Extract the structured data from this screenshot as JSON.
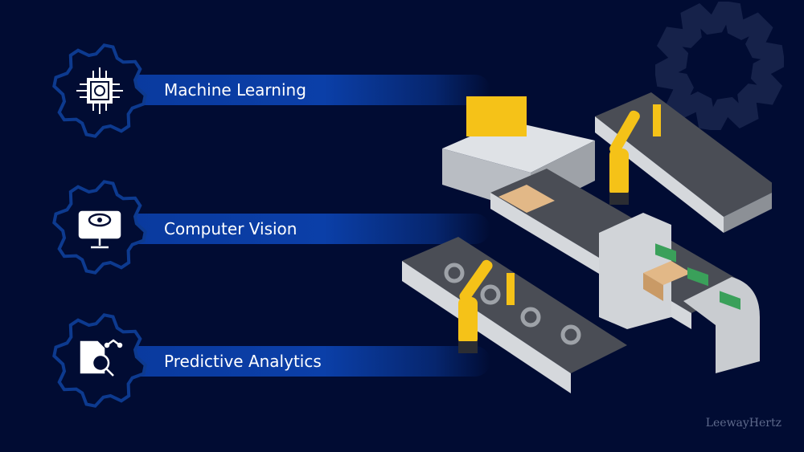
{
  "features": [
    {
      "label": "Machine Learning",
      "icon": "brain-chip-icon"
    },
    {
      "label": "Computer Vision",
      "icon": "eye-monitor-icon"
    },
    {
      "label": "Predictive Analytics",
      "icon": "document-search-icon"
    }
  ],
  "illustration": "conveyor-robot-arms-illustration",
  "brand": "LeewayHertz",
  "colors": {
    "background": "#010c33",
    "ribbon": "#0b3fa8",
    "gear_outline": "#0d3a8f",
    "robot": "#f5c218",
    "machine": "#c9ccd0"
  }
}
